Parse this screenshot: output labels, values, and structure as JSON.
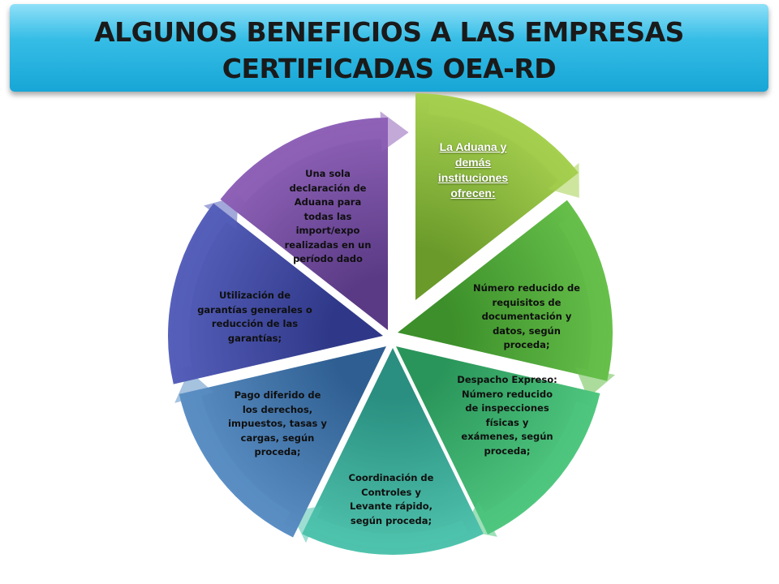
{
  "title": {
    "line1": "ALGUNOS BENEFICIOS A LAS EMPRESAS",
    "line2": "CERTIFICADAS OEA-RD"
  },
  "segments": [
    {
      "id": "intro",
      "text": "La Aduana y demás instituciones ofrecen:",
      "color_light": "#a6d04f",
      "color_dark": "#6a9a2a",
      "text_color": "#ffffff"
    },
    {
      "id": "requisitos",
      "text": "Número reducido de requisitos de documentación y datos, según proceda;",
      "color_light": "#66c04a",
      "color_dark": "#3c8f2a",
      "text_color": "#0f0f0f"
    },
    {
      "id": "despacho",
      "text": "Despacho Expreso: Número reducido de inspecciones físicas y exámenes, según proceda;",
      "color_light": "#4fc77f",
      "color_dark": "#2a955a",
      "text_color": "#0f0f0f"
    },
    {
      "id": "coordinacion",
      "text": "Coordinación de Controles y Levante rápido, según proceda;",
      "color_light": "#4fc3ad",
      "color_dark": "#2a8f80",
      "text_color": "#0f0f0f"
    },
    {
      "id": "pago",
      "text": "Pago diferido de los derechos, impuestos, tasas y cargas, según proceda;",
      "color_light": "#5b8fc4",
      "color_dark": "#2f5f92",
      "text_color": "#0f0f0f"
    },
    {
      "id": "garantias",
      "text": "Utilización de garantías generales o reducción de las garantías;",
      "color_light": "#5660bb",
      "color_dark": "#2f3888",
      "text_color": "#0f0f0f"
    },
    {
      "id": "declaracion",
      "text": "Una sola declaración de Aduana para todas las import/expo realizadas en un período dado",
      "color_light": "#8f62b8",
      "color_dark": "#5a3a85",
      "text_color": "#0f0f0f"
    }
  ]
}
